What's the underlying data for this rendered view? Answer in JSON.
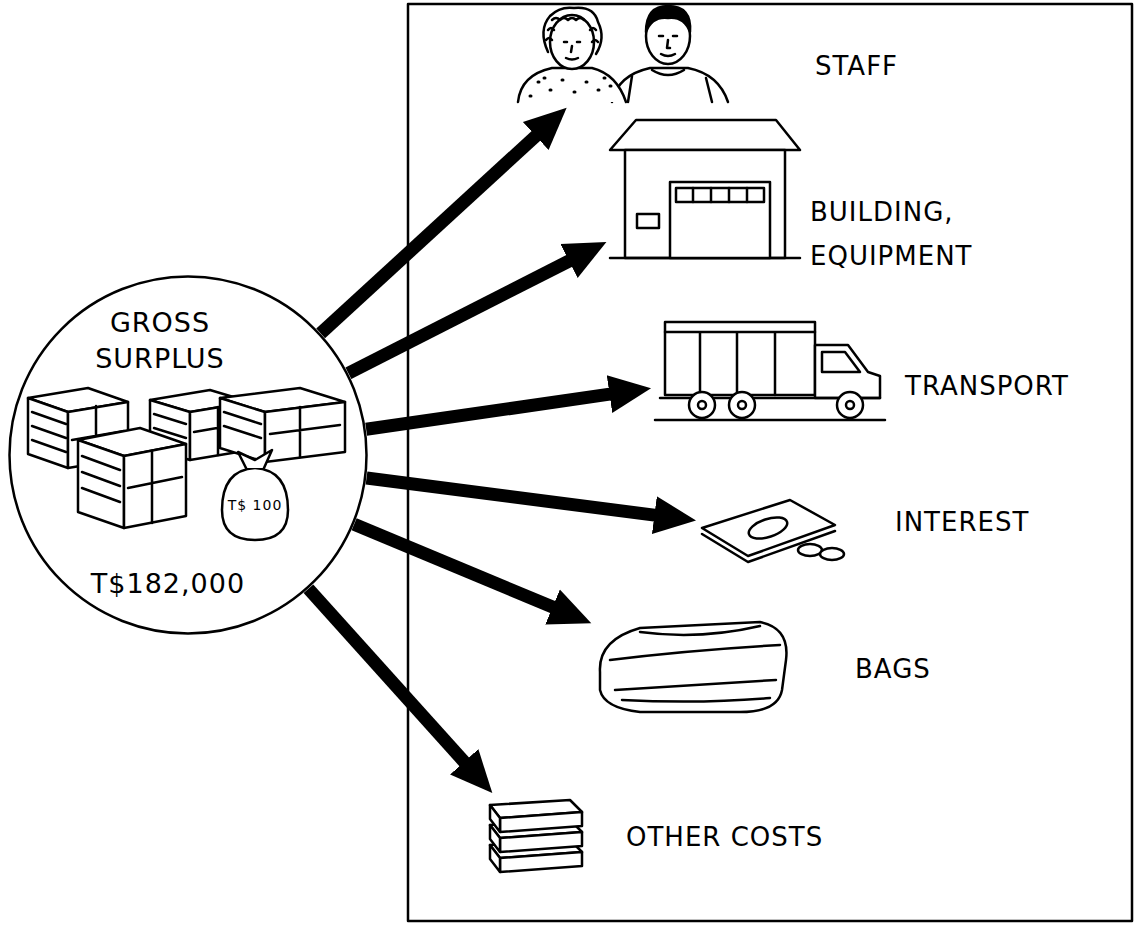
{
  "diagram": {
    "nodes": [
      {
        "text": [
          "GROSS SURPLUS",
          "T$ 100",
          "T$182,000"
        ]
      },
      {
        "text": [
          "STAFF"
        ]
      },
      {
        "text": [
          "BUILDING, EQUIPMENT"
        ]
      },
      {
        "text": [
          "TRANSPORT"
        ]
      },
      {
        "text": [
          "INTEREST"
        ]
      },
      {
        "text": [
          "BAGS"
        ]
      },
      {
        "text": [
          "OTHER COSTS"
        ]
      }
    ],
    "edges": [
      {
        "from": 0,
        "to": 1,
        "arrow": "to"
      },
      {
        "from": 0,
        "to": 2,
        "arrow": "to"
      },
      {
        "from": 0,
        "to": 3,
        "arrow": "to"
      },
      {
        "from": 0,
        "to": 4,
        "arrow": "to"
      },
      {
        "from": 0,
        "to": 5,
        "arrow": "to"
      },
      {
        "from": 0,
        "to": 6,
        "arrow": "to"
      }
    ]
  }
}
